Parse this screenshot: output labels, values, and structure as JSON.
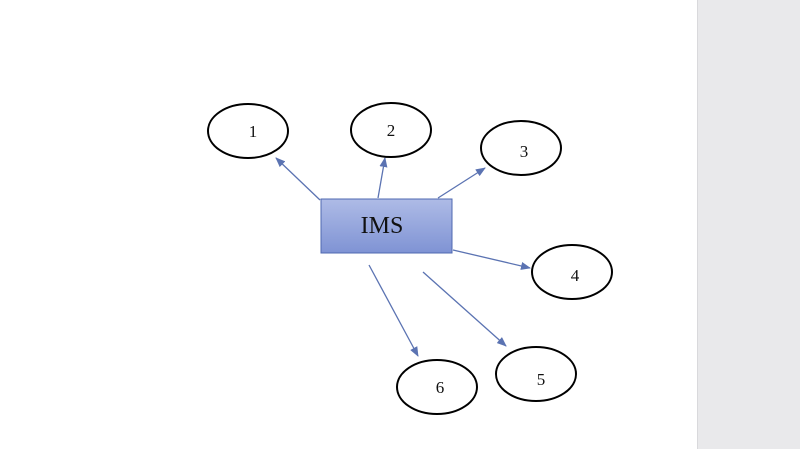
{
  "diagram": {
    "center": {
      "label": "IMS"
    },
    "nodes": [
      {
        "id": "1",
        "label": "1"
      },
      {
        "id": "2",
        "label": "2"
      },
      {
        "id": "3",
        "label": "3"
      },
      {
        "id": "4",
        "label": "4"
      },
      {
        "id": "5",
        "label": "5"
      },
      {
        "id": "6",
        "label": "6"
      }
    ],
    "colors": {
      "box_fill_top": "#aebbe6",
      "box_fill_bottom": "#7f93d4",
      "box_stroke": "#4f68b0",
      "arrow": "#5b73b2",
      "ellipse_stroke": "#000000"
    }
  }
}
